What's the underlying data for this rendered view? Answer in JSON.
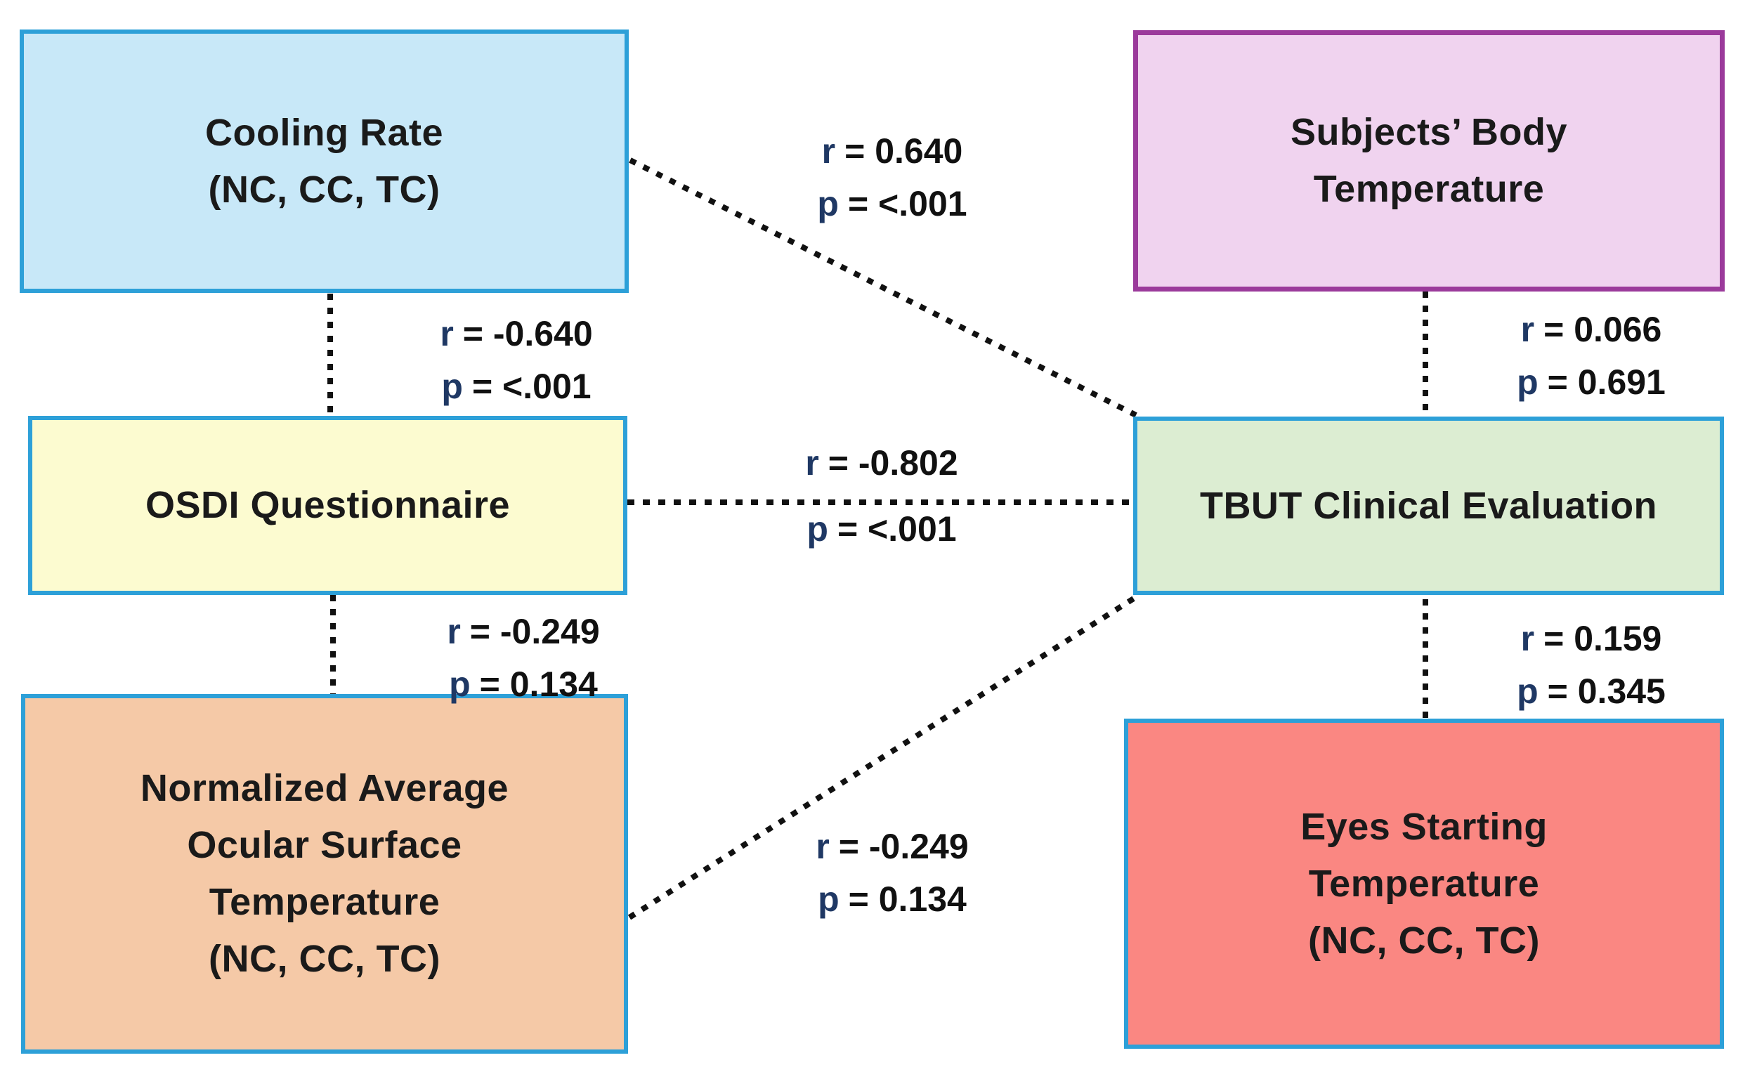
{
  "diagram": {
    "title": "Correlation diagram between ocular thermography measures and clinical dry-eye evaluations",
    "background_color": "#ffffff",
    "connector_color": "#111111",
    "stat_prefix_color": "#1f3864",
    "stat_value_color": "#111111",
    "nodes": [
      {
        "id": "cooling-rate",
        "fill": "#c8e8f8",
        "border": "#2da0d8",
        "label_lines": [
          "Cooling Rate",
          "(NC, CC, TC)"
        ]
      },
      {
        "id": "subjects-body-temperature",
        "fill": "#f0d3ef",
        "border": "#9b3a9b",
        "label_lines": [
          "Subjects’ Body",
          "Temperature"
        ]
      },
      {
        "id": "osdi-questionnaire",
        "fill": "#fcfbd0",
        "border": "#2da0d8",
        "label_lines": [
          "OSDI Questionnaire"
        ]
      },
      {
        "id": "tbut-clinical-evaluation",
        "fill": "#dcedd2",
        "border": "#2da0d8",
        "label_lines": [
          "TBUT Clinical Evaluation"
        ]
      },
      {
        "id": "normalized-average-ocular-surface-temperature",
        "fill": "#f5c9a7",
        "border": "#2da0d8",
        "label_lines": [
          "Normalized Average",
          "Ocular Surface",
          "Temperature",
          "(NC, CC, TC)"
        ]
      },
      {
        "id": "eyes-starting-temperature",
        "fill": "#fa8782",
        "border": "#2da0d8",
        "label_lines": [
          "Eyes Starting",
          "Temperature",
          "(NC, CC, TC)"
        ]
      }
    ],
    "edges": [
      {
        "from": "cooling-rate",
        "to": "osdi-questionnaire",
        "stats": {
          "r_sym": "r",
          "r_val": "= -0.640",
          "p_sym": "p",
          "p_val": "= <.001"
        }
      },
      {
        "from": "osdi-questionnaire",
        "to": "normalized-average-ocular-surface-temperature",
        "stats": {
          "r_sym": "r",
          "r_val": "= -0.249",
          "p_sym": "p",
          "p_val": "= 0.134"
        }
      },
      {
        "from": "osdi-questionnaire",
        "to": "tbut-clinical-evaluation",
        "stats": {
          "r_sym": "r",
          "r_val": "= -0.802",
          "p_sym": "p",
          "p_val": "= <.001"
        }
      },
      {
        "from": "subjects-body-temperature",
        "to": "tbut-clinical-evaluation",
        "stats": {
          "r_sym": "r",
          "r_val": "= 0.066",
          "p_sym": "p",
          "p_val": "= 0.691"
        }
      },
      {
        "from": "tbut-clinical-evaluation",
        "to": "eyes-starting-temperature",
        "stats": {
          "r_sym": "r",
          "r_val": "= 0.159",
          "p_sym": "p",
          "p_val": "= 0.345"
        }
      },
      {
        "from": "cooling-rate",
        "to": "tbut-clinical-evaluation",
        "stats": {
          "r_sym": "r",
          "r_val": "= 0.640",
          "p_sym": "p",
          "p_val": "= <.001"
        }
      },
      {
        "from": "normalized-average-ocular-surface-temperature",
        "to": "tbut-clinical-evaluation",
        "stats": {
          "r_sym": "r",
          "r_val": "= -0.249",
          "p_sym": "p",
          "p_val": "= 0.134"
        }
      }
    ]
  }
}
